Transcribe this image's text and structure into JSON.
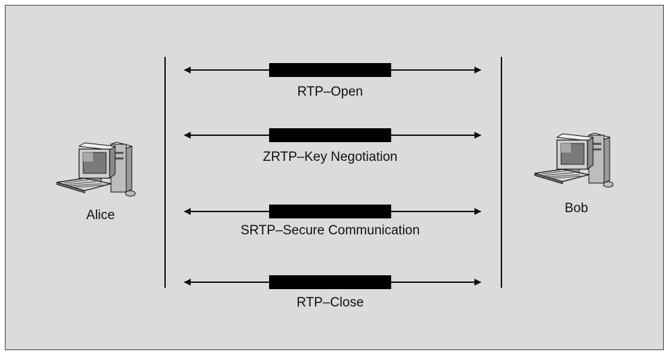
{
  "parties": {
    "left": {
      "label": "Alice",
      "icon": "desktop-computer-icon"
    },
    "right": {
      "label": "Bob",
      "icon": "desktop-computer-icon"
    }
  },
  "messages": [
    {
      "label": "RTP–Open"
    },
    {
      "label": "ZRTP–Key Negotiation"
    },
    {
      "label": "SRTP–Secure Communication"
    },
    {
      "label": "RTP–Close"
    }
  ],
  "colors": {
    "panel": "#dbdbdb",
    "line": "#111111"
  }
}
